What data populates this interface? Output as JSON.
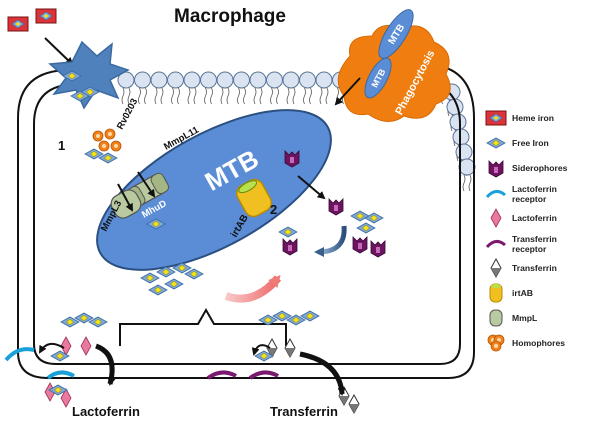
{
  "title": "Macrophage",
  "labels": {
    "mtb_cell": "MTB",
    "mtb_small_1": "MTB",
    "mtb_small_2": "MTB",
    "phagocytosis": "Phagocytosis",
    "step1": "1",
    "step2": "2",
    "rv0203": "Rv0203",
    "mmpl11": "MmpL11",
    "mmpl3": "MmpL3",
    "mhud": "MhuD",
    "irtab": "irtAB",
    "lactoferrin": "Lactoferrin",
    "transferrin": "Transferrin"
  },
  "legend": [
    {
      "icon": "heme-iron-icon",
      "label": "Heme iron"
    },
    {
      "icon": "free-iron-icon",
      "label": "Free Iron"
    },
    {
      "icon": "siderophore-icon",
      "label": "Siderophores"
    },
    {
      "icon": "lactoferrin-receptor-icon",
      "label": "Lactoferrin receptor"
    },
    {
      "icon": "lactoferrin-icon",
      "label": "Lactoferrin"
    },
    {
      "icon": "transferrin-receptor-icon",
      "label": "Transferrin receptor"
    },
    {
      "icon": "transferrin-icon",
      "label": "Transferrin"
    },
    {
      "icon": "irtab-icon",
      "label": "irtAB"
    },
    {
      "icon": "mmpl-icon",
      "label": "MmpL"
    },
    {
      "icon": "homophore-icon",
      "label": "Homophores"
    }
  ],
  "colors": {
    "mtb_blue": "#5b8dd6",
    "membrane_blue": "#d9e3f2",
    "phago_orange": "#ef7d10",
    "heme_red": "#d9343a",
    "iron_blue": "#7fa8d8",
    "iron_yellow": "#f2e21a",
    "siderophore_purple": "#6c1460",
    "lactoferrin_pink": "#e87aa0",
    "receptor_cyan": "#1aa0d8",
    "transferrin_receptor_purple": "#7a1a6e",
    "irtab_yellow": "#f0c020",
    "mmpl_green": "#b9c9a0",
    "homophore_orange": "#f0821e",
    "arrow_pink": "#f07a78"
  }
}
